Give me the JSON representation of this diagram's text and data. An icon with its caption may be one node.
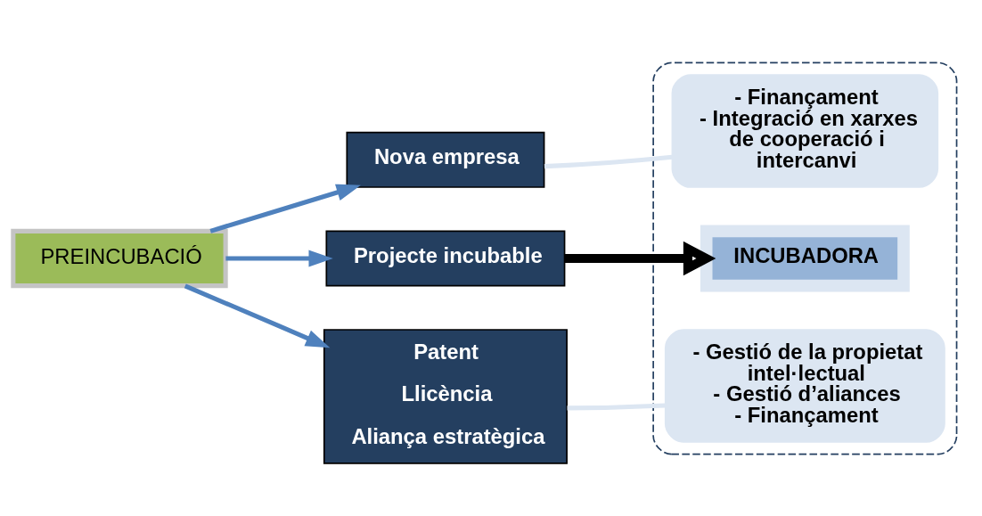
{
  "diagram": {
    "nodes": [
      {
        "text": [
          "PREINCUBACIÓ"
        ]
      },
      {
        "text": [
          "Nova empresa"
        ]
      },
      {
        "text": [
          "Projecte incubable"
        ]
      },
      {
        "text": [
          "Patent",
          "Llicència",
          "Aliança estratègica"
        ]
      },
      {
        "text": [],
        "shape": "box"
      },
      {
        "text": [
          "- Finançament",
          "- Integració en xarxes de cooperació i intercanvi"
        ],
        "in": 4
      },
      {
        "text": [
          "INCUBADORA"
        ],
        "in": 4
      },
      {
        "text": [
          "- Gestió de la propietat intel·lectual",
          "- Gestió d’aliances",
          "- Finançament"
        ],
        "in": 4
      }
    ],
    "edges": [
      {
        "from": 0,
        "to": 1,
        "arrow": "to"
      },
      {
        "from": 0,
        "to": 2,
        "arrow": "to"
      },
      {
        "from": 0,
        "to": 3,
        "arrow": "to"
      },
      {
        "from": 2,
        "to": 6,
        "arrow": "to",
        "style": "thick",
        "color": "#000000"
      },
      {
        "from": 5,
        "to": 1,
        "arrow": "none",
        "color": "#dce6f2"
      },
      {
        "from": 7,
        "to": 3,
        "arrow": "none",
        "color": "#dce6f2"
      }
    ]
  }
}
